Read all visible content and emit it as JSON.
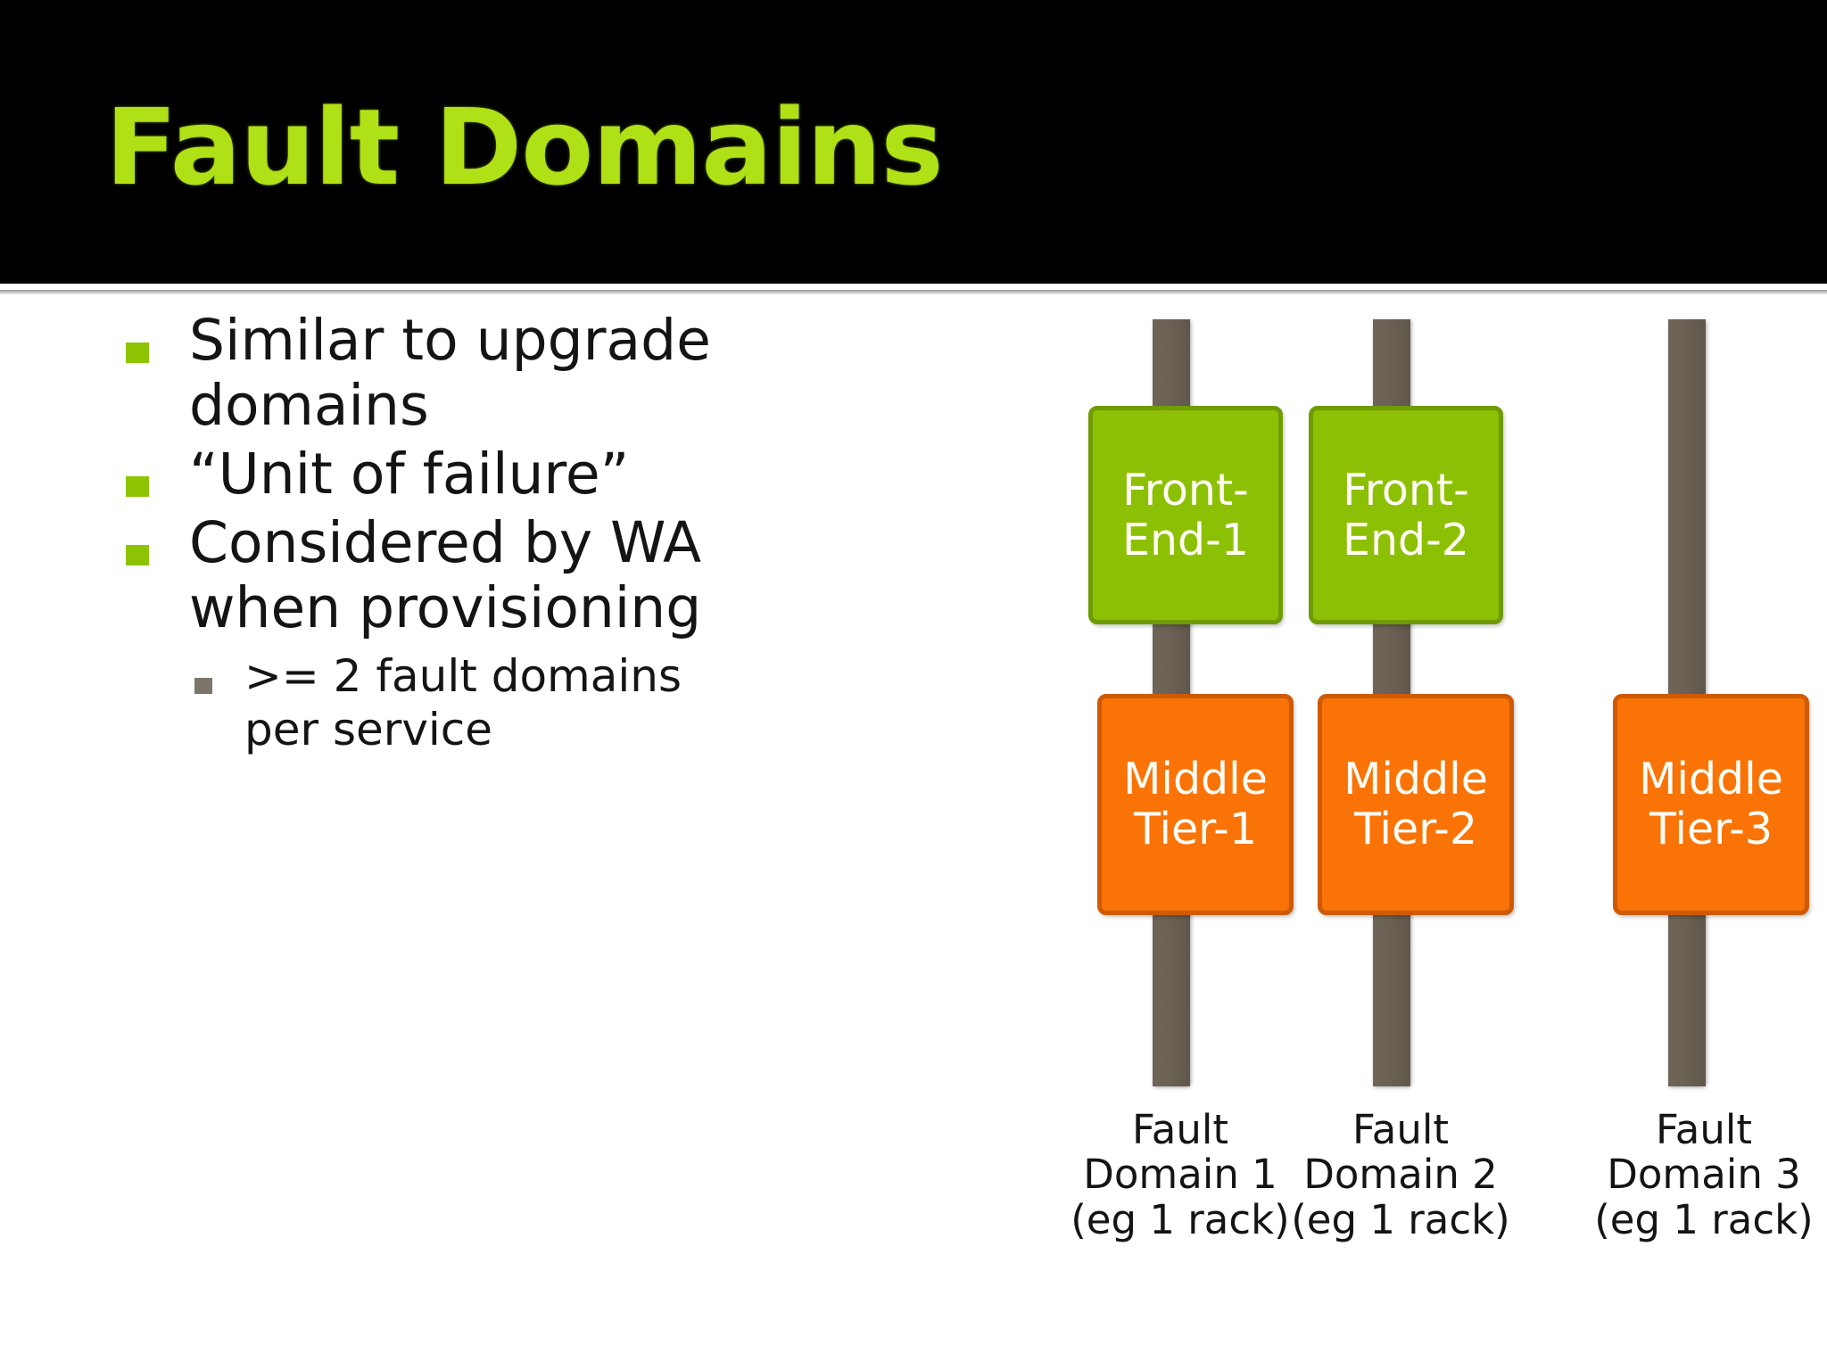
{
  "slide": {
    "title": "Fault Domains",
    "title_color": "#b0e016",
    "title_band_color": "#000000",
    "background_color": "#ffffff"
  },
  "bullets": [
    {
      "level": 1,
      "marker": "green-square-bullet",
      "text": "Similar to upgrade domains"
    },
    {
      "level": 1,
      "marker": "green-square-bullet",
      "text": "“Unit of failure”"
    },
    {
      "level": 1,
      "marker": "green-square-bullet",
      "text": "Considered by WA when provisioning"
    },
    {
      "level": 2,
      "marker": "gray-square-bullet",
      "text": ">= 2 fault domains per service"
    }
  ],
  "diagram": {
    "colors": {
      "front_end_fill": "#8cc005",
      "front_end_border": "#6f9c03",
      "middle_tier_fill": "#f97306",
      "middle_tier_border": "#cf5a06",
      "rack_bar": "#6b6255",
      "node_label": "#fffdf5"
    },
    "columns": [
      {
        "front_end": "Front-\nEnd-1",
        "middle_tier": "Middle\nTier-1",
        "caption": "Fault\nDomain 1\n(eg 1 rack)"
      },
      {
        "front_end": "Front-\nEnd-2",
        "middle_tier": "Middle\nTier-2",
        "caption": "Fault\nDomain 2\n(eg 1 rack)"
      },
      {
        "front_end": null,
        "middle_tier": "Middle\nTier-3",
        "caption": "Fault\nDomain 3\n(eg 1 rack)"
      }
    ]
  }
}
